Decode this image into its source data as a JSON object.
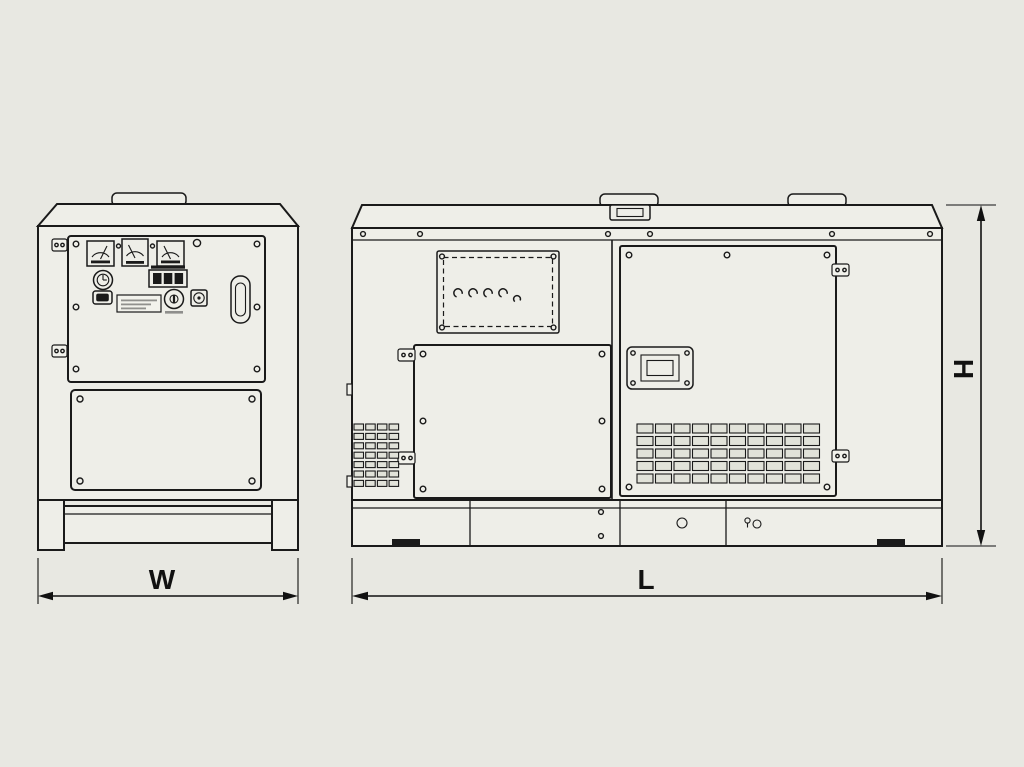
{
  "dimensions": {
    "width_label": "W",
    "length_label": "L",
    "height_label": "H"
  },
  "colors": {
    "background": "#e8e8e2",
    "line": "#1a1a1a",
    "panel": "#eeeee8",
    "dark_fill": "#1a1a1a"
  }
}
